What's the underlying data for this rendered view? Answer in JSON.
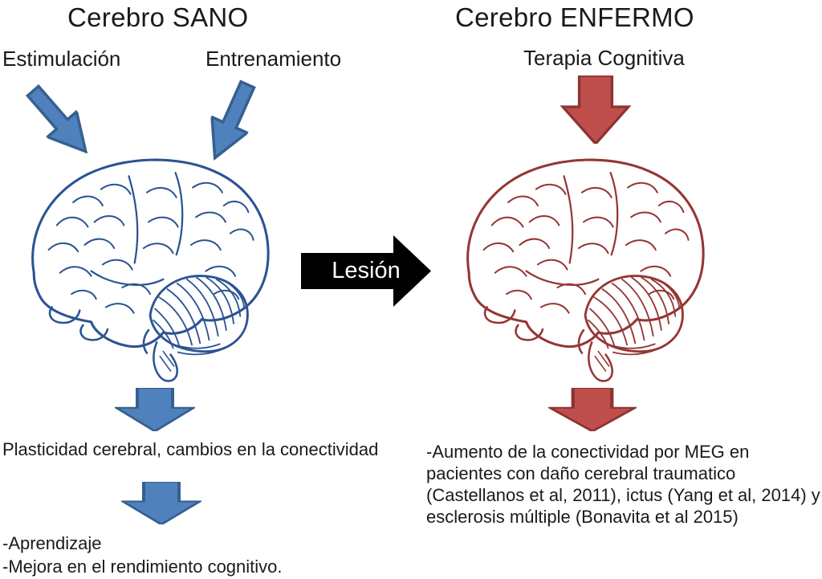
{
  "healthy": {
    "title": "Cerebro SANO",
    "inputs": [
      "Estimulación",
      "Entrenamiento"
    ],
    "result": "Plasticidad cerebral, cambios en la conectividad",
    "outcomes": [
      "-Aprendizaje",
      "-Mejora en el rendimiento cognitivo."
    ]
  },
  "diseased": {
    "title": "Cerebro ENFERMO",
    "input": "Terapia Cognitiva",
    "result_lines": [
      "-Aumento de la conectividad por MEG en",
      "pacientes con daño cerebral traumatico",
      "(Castellanos et al, 2011), ictus (Yang et al, 2014) y",
      "esclerosis múltiple (Bonavita et al 2015)"
    ]
  },
  "lesion": {
    "label": "Lesión"
  },
  "colors": {
    "healthy_arrow_fill": "#4f81bd",
    "healthy_arrow_border": "#36608f",
    "healthy_brain_line": "#2b5394",
    "diseased_arrow_fill": "#bf4f4d",
    "diseased_arrow_border": "#8e3532",
    "diseased_brain_line": "#953634",
    "lesion_arrow_fill": "#000000",
    "lesion_label_color": "#ffffff"
  }
}
